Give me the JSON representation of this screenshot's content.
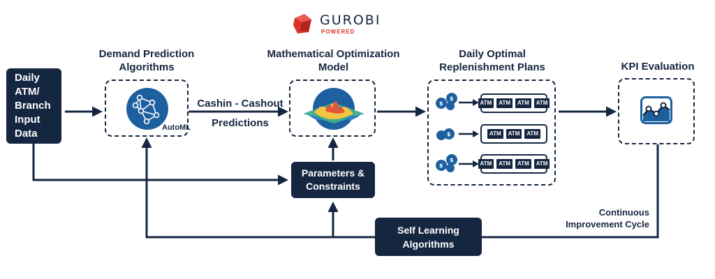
{
  "logo": {
    "brand": "GUROBI",
    "sub": "POWERED"
  },
  "input_box": {
    "label": "Daily\nATM/\nBranch\nInput\nData"
  },
  "demand": {
    "title": "Demand Prediction\nAlgorithms",
    "badge": "AutoML"
  },
  "edge_label": {
    "line1": "Cashin - Cashout",
    "line2": "Predictions"
  },
  "optimization": {
    "title": "Mathematical Optimization\nModel"
  },
  "plans": {
    "title": "Daily Optimal\nReplenishment Plans",
    "rows": [
      [
        "ATM",
        "ATM",
        "ATM",
        "ATM"
      ],
      [
        "ATM",
        "ATM",
        "ATM"
      ],
      [
        "ATM",
        "ATM",
        "ATM",
        "ATM"
      ]
    ]
  },
  "kpi": {
    "title": "KPI Evaluation"
  },
  "parameters": {
    "label": "Parameters &\nConstraints"
  },
  "self_learning": {
    "label": "Self Learning\nAlgorithms"
  },
  "cycle_label": {
    "text": "Continuous\nImprovement Cycle"
  },
  "colors": {
    "navy": "#152640",
    "accent_blue": "#1e5fa0",
    "logo_red": "#d8322a"
  }
}
